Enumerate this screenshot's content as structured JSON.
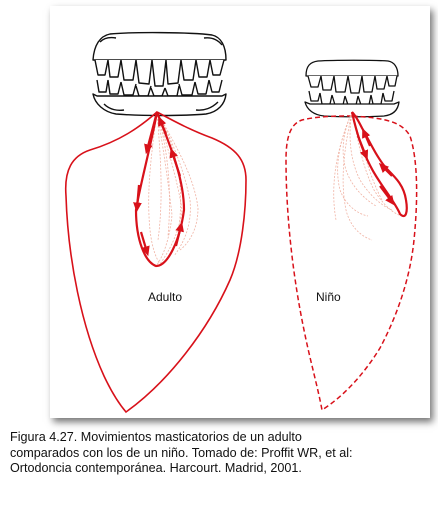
{
  "figure": {
    "labels": {
      "adult": "Adulto",
      "child": "Niño"
    },
    "colors": {
      "envelope": "#d8111a",
      "traces": "#f0b3a4",
      "teeth": "#111111"
    }
  },
  "caption": {
    "lines": [
      "Figura 4.27. Movimientos masticatorios de un adulto",
      "comparados con los de un niño. Tomado de: Proffit WR, et al:",
      "Ortodoncia contemporánea. Harcourt. Madrid, 2001."
    ]
  }
}
